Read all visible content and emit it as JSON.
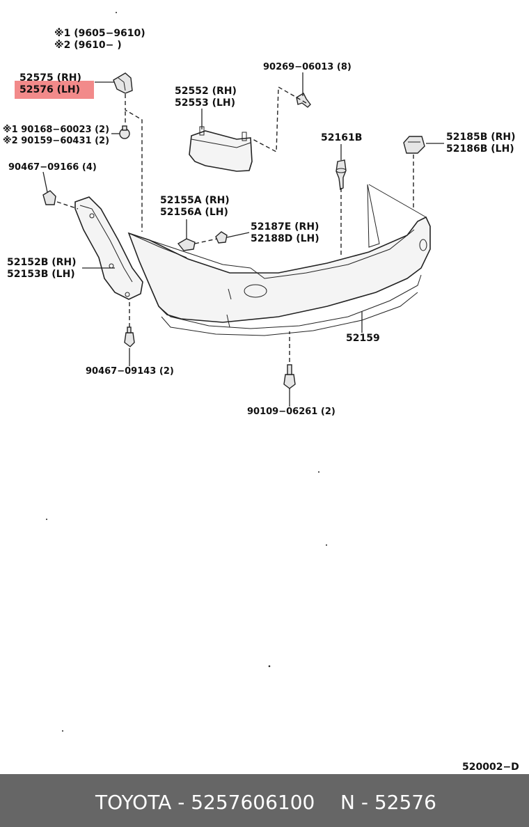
{
  "notes": {
    "note1": "※1 (9605−9610)",
    "note2": "※2 (9610−       )"
  },
  "labels": {
    "p52575": "52575 (RH)",
    "p52576": "52576 (LH)",
    "p52552": "52552 (RH)",
    "p52553": "52553 (LH)",
    "p90269": "90269−06013 (8)",
    "p90168": "※1 90168−60023 (2)",
    "p90159": "※2 90159−60431 (2)",
    "p90467a": "90467−09166 (4)",
    "p52161b": "52161B",
    "p52185b": "52185B (RH)",
    "p52186b": "52186B (LH)",
    "p52155a": "52155A (RH)",
    "p52156a": "52156A (LH)",
    "p52187e": "52187E (RH)",
    "p52188d": "52188D (LH)",
    "p52152b": "52152B (RH)",
    "p52153b": "52153B (LH)",
    "p52159": "52159",
    "p90467b": "90467−09143 (2)",
    "p90109": "90109−06261 (2)",
    "diagram_code": "520002−D"
  },
  "highlight": {
    "part": "52576 (LH)",
    "color": "#f28a8a"
  },
  "footer": {
    "brand_part": "TOYOTA - 5257606100",
    "ref": "N - 52576",
    "background": "#666666"
  }
}
